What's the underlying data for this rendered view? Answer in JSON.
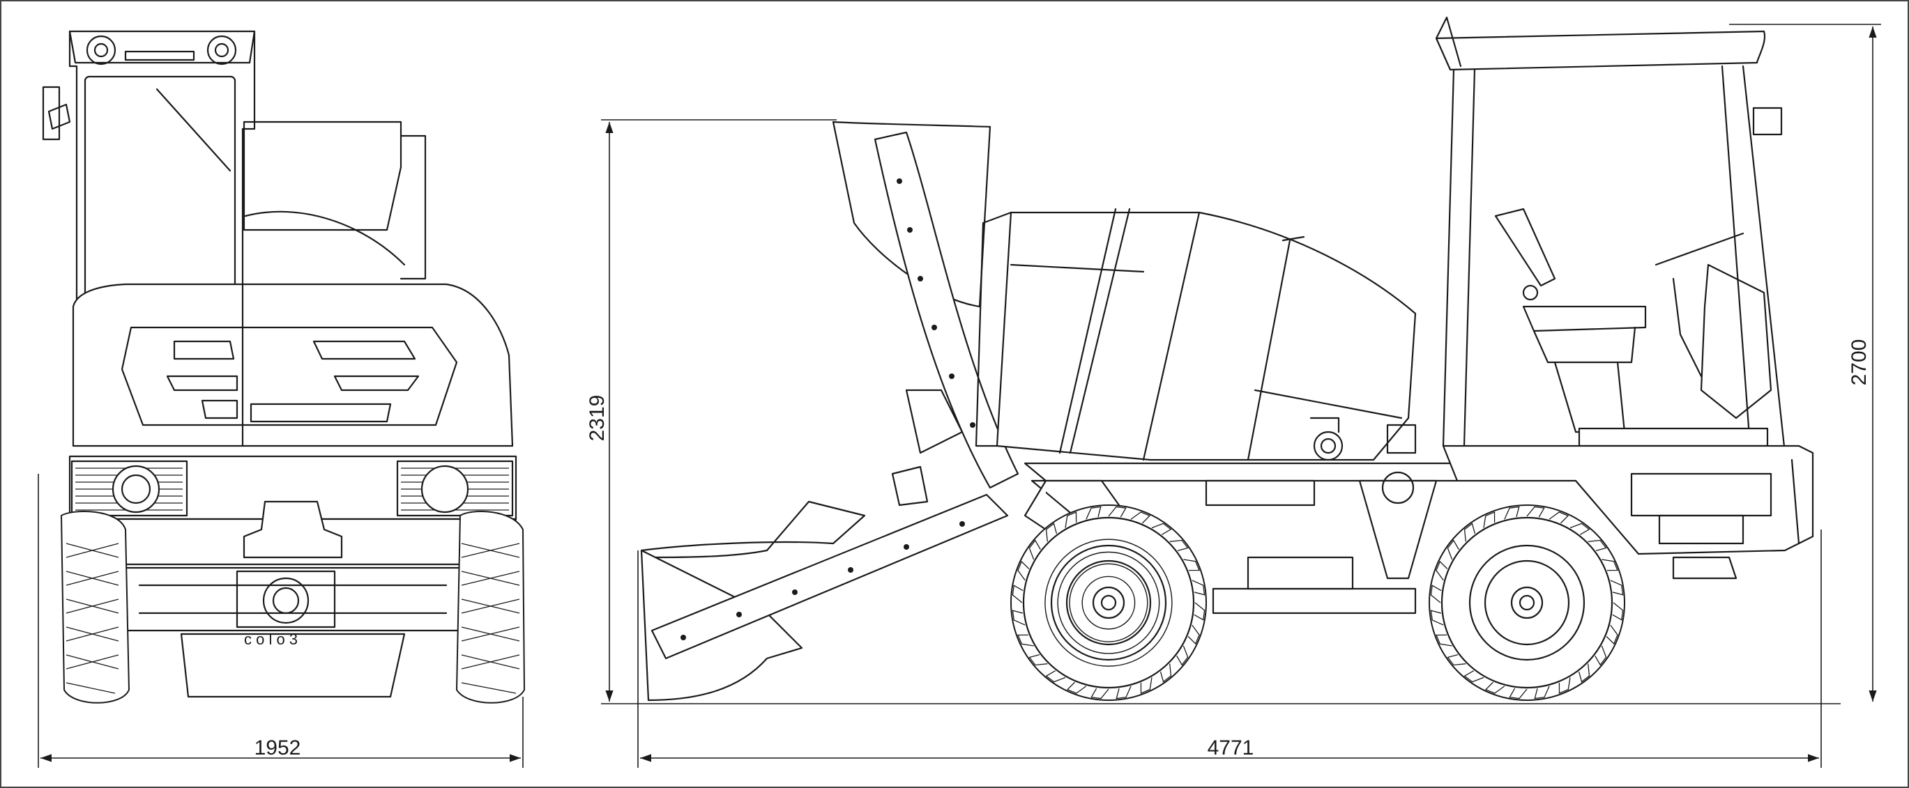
{
  "dimensions": {
    "front_width": "1952",
    "overall_length": "4771",
    "mixer_height": "2319",
    "overall_height": "2700"
  },
  "views": [
    "front-view",
    "side-view"
  ],
  "colors": {
    "line": "#1a1a1a",
    "background": "#ffffff"
  }
}
